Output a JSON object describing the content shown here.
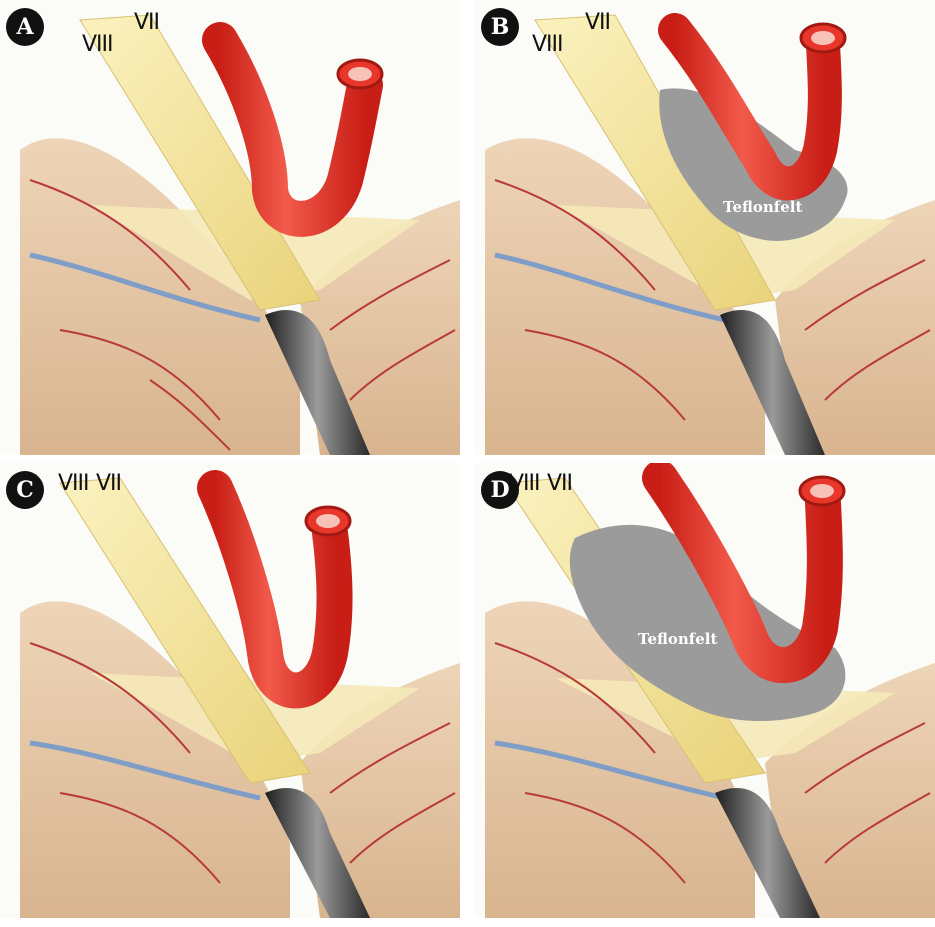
{
  "panels": [
    {
      "letter": "A",
      "nerve_viii": "VIII",
      "nerve_vii": "VII",
      "felt": ""
    },
    {
      "letter": "B",
      "nerve_viii": "VIII",
      "nerve_vii": "VII",
      "felt": "Teflonfelt"
    },
    {
      "letter": "C",
      "nerve_viii": "VIII",
      "nerve_vii": "VII",
      "felt": ""
    },
    {
      "letter": "D",
      "nerve_viii": "VIII",
      "nerve_vii": "VII",
      "felt": "Teflonfelt"
    }
  ],
  "colors": {
    "artery": "#e8362a",
    "nerve": "#f3e49a",
    "brain": "#e6c9a7",
    "vessel": "#b83a3a",
    "vein": "#7f9ec7",
    "teflon": "#9b9b9b",
    "retractor": "#3a3a3a"
  }
}
